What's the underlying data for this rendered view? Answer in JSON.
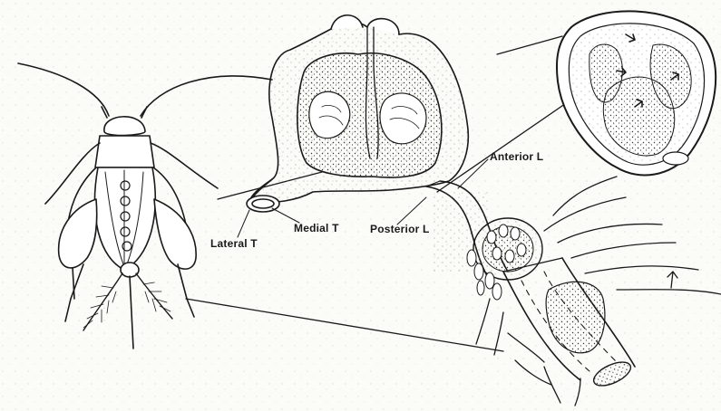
{
  "labels": {
    "lateral_t": "Lateral T",
    "medial_t": "Medial T",
    "posterior_l": "Posterior L",
    "anterior_l": "Anterior L"
  },
  "colors": {
    "ink": "#1a1a1a",
    "paper": "#fbfbf8"
  }
}
